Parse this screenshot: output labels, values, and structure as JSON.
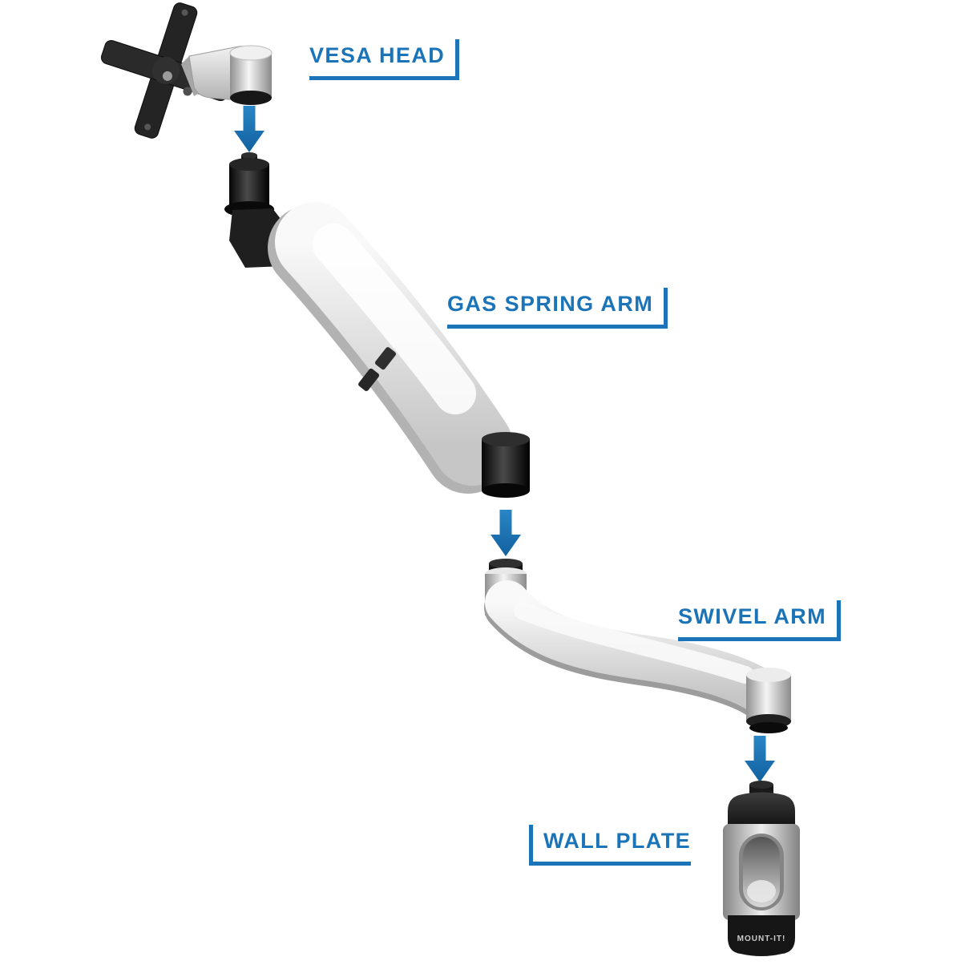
{
  "colors": {
    "accent": "#1b74b8",
    "arrow": "#1b74b8",
    "silver": "#c9c9c9",
    "dark_part": "#1a1a1a",
    "background": "#ffffff"
  },
  "labels": {
    "vesa_head": "VESA HEAD",
    "gas_spring_arm": "GAS SPRING ARM",
    "swivel_arm": "SWIVEL ARM",
    "wall_plate": "WALL PLATE"
  },
  "brand": {
    "name": "MOUNT-IT!"
  }
}
